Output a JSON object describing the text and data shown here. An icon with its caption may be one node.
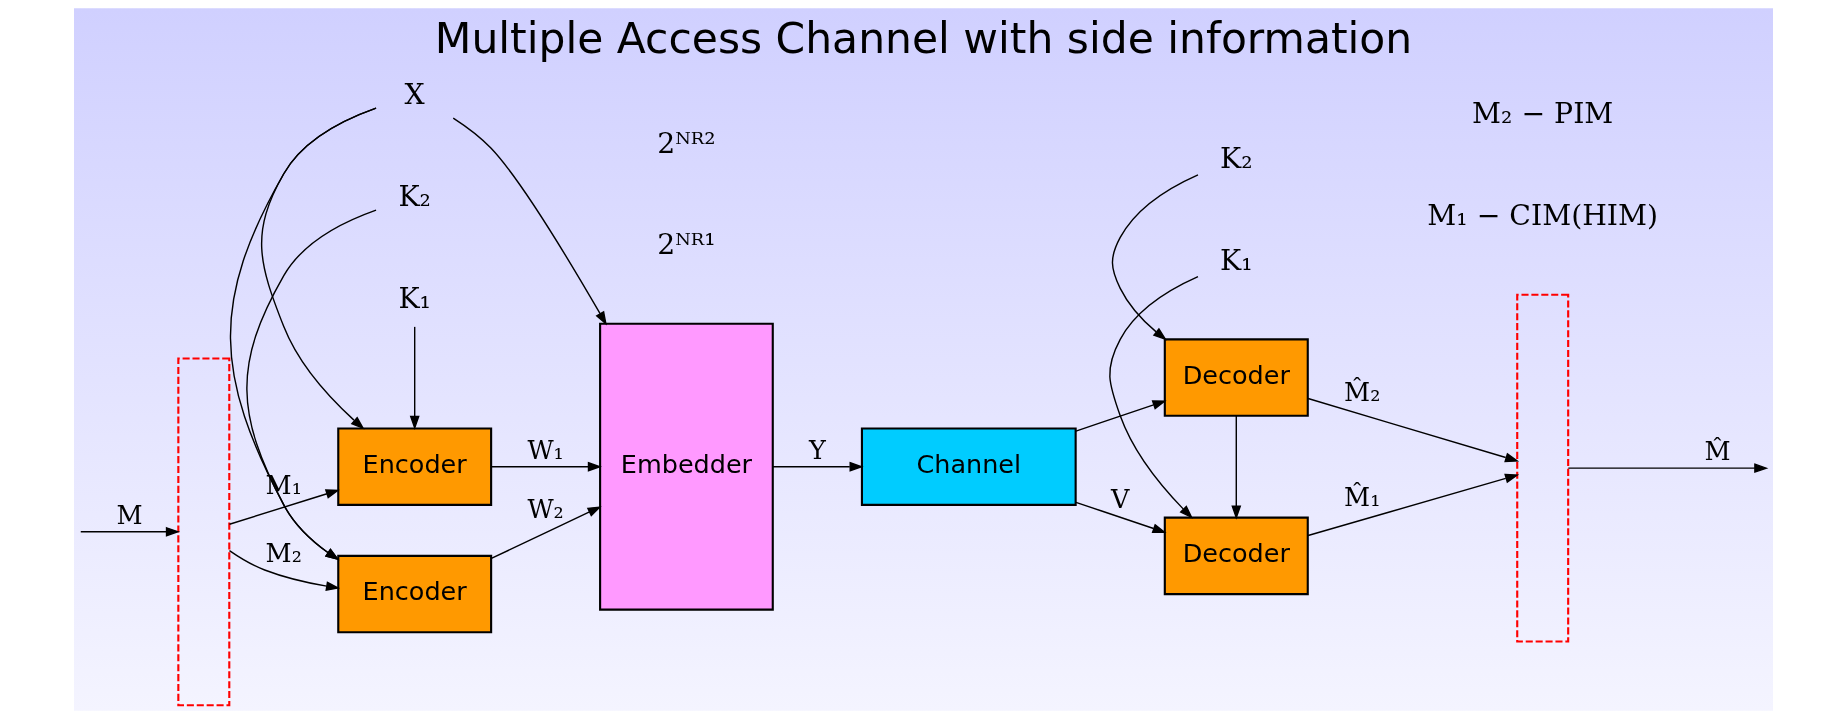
{
  "diagram": {
    "title": "Multiple Access Channel with side information",
    "nodes": [
      {
        "text": [],
        "shape": "box"
      },
      {
        "text": [
          "Encoder"
        ]
      },
      {
        "text": [
          "Encoder"
        ]
      },
      {
        "text": [
          "Embedder"
        ]
      },
      {
        "text": [
          "Channel"
        ]
      },
      {
        "text": [
          "Decoder"
        ]
      },
      {
        "text": [
          "Decoder"
        ]
      },
      {
        "text": [],
        "shape": "box"
      },
      {
        "text": [
          "X"
        ]
      },
      {
        "text": [
          "K₁"
        ]
      },
      {
        "text": [
          "K₂"
        ]
      },
      {
        "text": [
          "K₁"
        ]
      },
      {
        "text": [
          "K₂"
        ]
      }
    ],
    "edges": [
      {
        "from": null,
        "to": 0,
        "arrow": "to",
        "label": "M"
      },
      {
        "from": 0,
        "to": 1,
        "arrow": "to",
        "label": "M₁"
      },
      {
        "from": 0,
        "to": 2,
        "arrow": "to",
        "label": "M₂"
      },
      {
        "from": 8,
        "to": 1,
        "arrow": "to"
      },
      {
        "from": 8,
        "to": 2,
        "arrow": "to"
      },
      {
        "from": 8,
        "to": 3,
        "arrow": "to"
      },
      {
        "from": 9,
        "to": 1,
        "arrow": "to"
      },
      {
        "from": 10,
        "to": 2,
        "arrow": "to"
      },
      {
        "from": 1,
        "to": 3,
        "arrow": "to",
        "label": "W₁"
      },
      {
        "from": 2,
        "to": 3,
        "arrow": "to",
        "label": "W₂"
      },
      {
        "from": 3,
        "to": 4,
        "arrow": "to",
        "label": "Y"
      },
      {
        "from": 4,
        "to": 5,
        "arrow": "to",
        "label": "V"
      },
      {
        "from": 4,
        "to": 6,
        "arrow": "to"
      },
      {
        "from": 11,
        "to": 5,
        "arrow": "to"
      },
      {
        "from": 12,
        "to": 6,
        "arrow": "to"
      },
      {
        "from": 6,
        "to": 5,
        "arrow": "to"
      },
      {
        "from": 5,
        "to": 7,
        "arrow": "to",
        "label": "M̂₁"
      },
      {
        "from": 6,
        "to": 7,
        "arrow": "to",
        "label": "M̂₂"
      },
      {
        "from": 7,
        "to": null,
        "arrow": "to",
        "label": "M̂"
      }
    ],
    "labels": [
      "M₁ − CIM(HIM)",
      "M₂ − PIM",
      "2ᴺᴿ¹",
      "2ᴺᴿ²"
    ]
  }
}
